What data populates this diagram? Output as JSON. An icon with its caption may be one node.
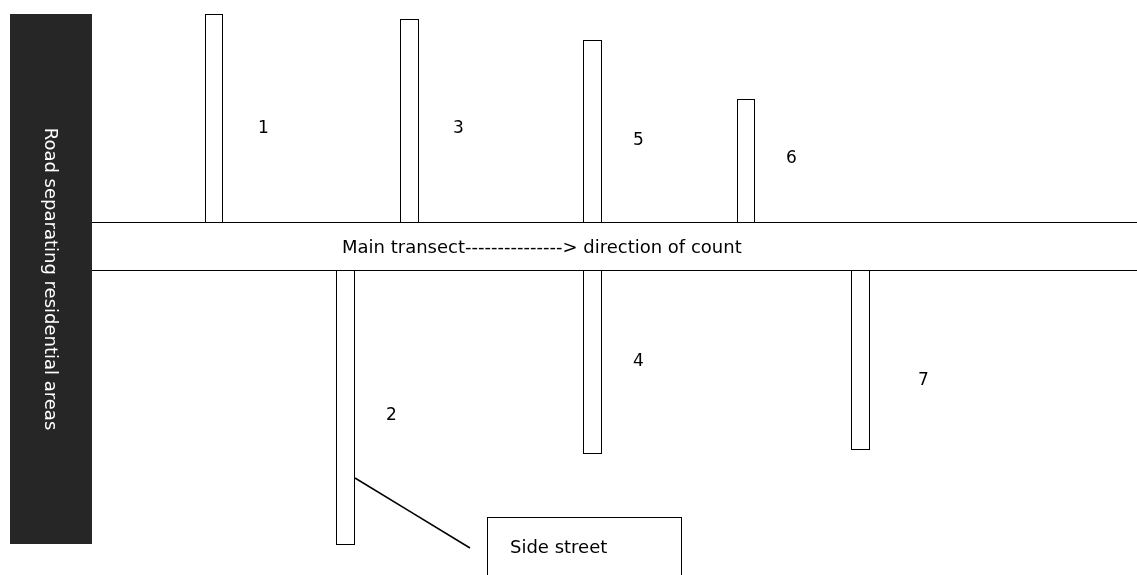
{
  "diagram": {
    "nodes": [
      {
        "text": [
          "Road separating residential areas"
        ]
      },
      {
        "text": [
          "Main transect---------------> direction of count"
        ]
      },
      {
        "text": [],
        "shape": "bar",
        "beside": [
          "1"
        ]
      },
      {
        "text": [],
        "shape": "bar",
        "beside": [
          "2"
        ]
      },
      {
        "text": [],
        "shape": "bar",
        "beside": [
          "3"
        ]
      },
      {
        "text": [],
        "shape": "bar",
        "beside": [
          "4"
        ]
      },
      {
        "text": [],
        "shape": "bar",
        "beside": [
          "5"
        ]
      },
      {
        "text": [],
        "shape": "bar",
        "beside": [
          "6"
        ]
      },
      {
        "text": [],
        "shape": "bar",
        "beside": [
          "7"
        ]
      },
      {
        "text": [
          "Side street"
        ]
      }
    ],
    "edges": [
      {
        "from": 9,
        "to": 3,
        "arrow": "none"
      }
    ]
  }
}
